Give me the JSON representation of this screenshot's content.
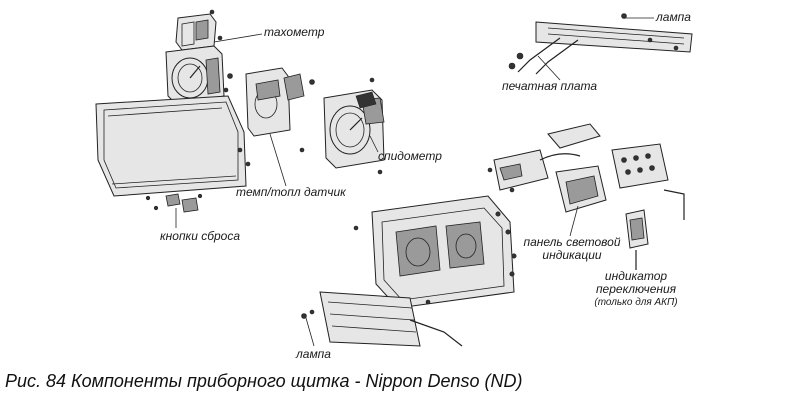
{
  "labels": {
    "tachometer": "тахометр",
    "lamp_top": "лампа",
    "circuit_board": "печатная плата",
    "speedometer": "спидометр",
    "temp_fuel_sensor": "темп/топл датчик",
    "reset_buttons": "кнопки сброса",
    "indicator_panel_line1": "панель световой",
    "indicator_panel_line2": "индикации",
    "shift_indicator_line1": "индикатор",
    "shift_indicator_line2": "переключения",
    "shift_indicator_line3": "(только для АКП)",
    "lamp_bottom": "лампа"
  },
  "caption": "Рис. 84 Компоненты приборного щитка - Nippon Denso (ND)"
}
